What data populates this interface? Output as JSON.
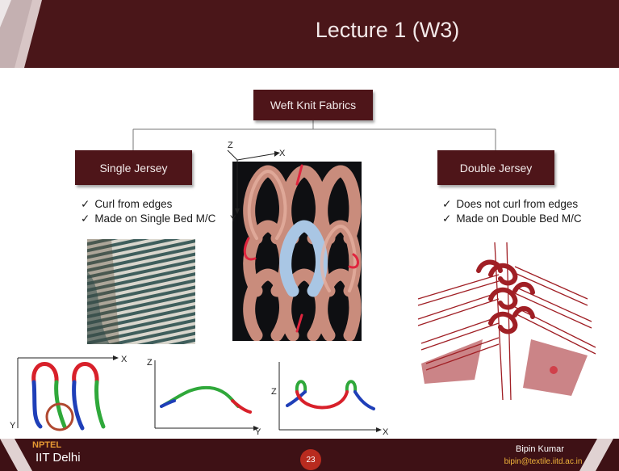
{
  "header": {
    "title": "Lecture 1 (W3)"
  },
  "hierarchy": {
    "root": "Weft Knit Fabrics",
    "left": "Single Jersey",
    "right": "Double Jersey"
  },
  "single_jersey": {
    "bullets": [
      "Curl from edges",
      "Made on Single Bed M/C"
    ]
  },
  "double_jersey": {
    "bullets": [
      "Does not curl from edges",
      "Made on Double Bed M/C"
    ]
  },
  "check_mark": "✓",
  "axes": {
    "x": "X",
    "y": "Y",
    "z": "Z"
  },
  "footer": {
    "nptel": "NPTEL",
    "institute": "IIT Delhi",
    "page_number": "23",
    "author": "Bipin Kumar",
    "email": "bipin@textile.iitd.ac.in"
  },
  "colors": {
    "header": "#4a1619",
    "box": "#4e1519",
    "loop_red": "#d8202a",
    "loop_green": "#2fa83a",
    "loop_blue": "#1f3fb8",
    "knit_dark": "#0e0f12"
  }
}
